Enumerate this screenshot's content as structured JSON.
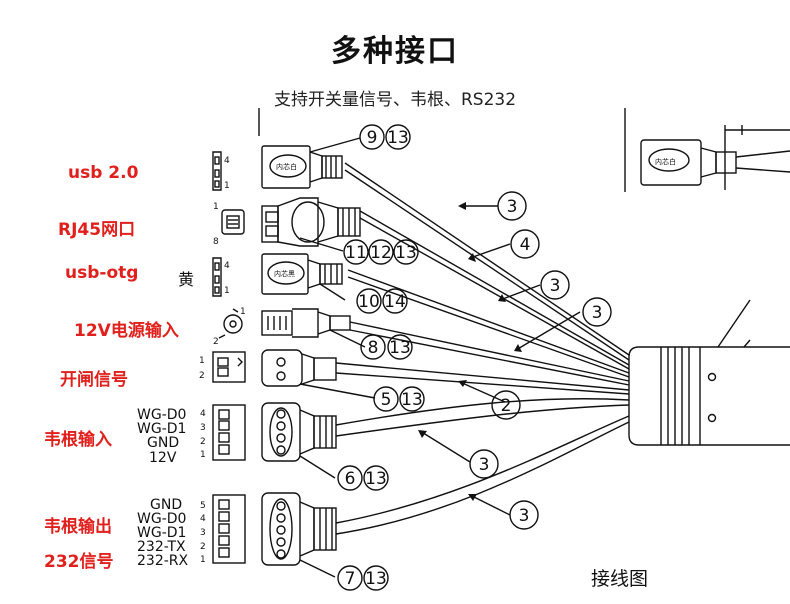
{
  "header": {
    "title": "多种接口",
    "subtitle": "支持开关量信号、韦根、RS232"
  },
  "left_labels": {
    "usb20": "usb 2.0",
    "rj45": "RJ45网口",
    "usbotg": "usb-otg",
    "power": "12V电源输入",
    "door": "开闸信号",
    "wg_in": "韦根输入",
    "wg_out": "韦根输出",
    "rs232": "232信号"
  },
  "stray_char": "黄",
  "connector_tag_1": "内芯白",
  "connector_tag_2": "内芯黑",
  "wg_in_pins": [
    "WG-D0",
    "WG-D1",
    "GND",
    "12V"
  ],
  "wg_out_pins": [
    "GND",
    "WG-D0",
    "WG-D1",
    "232-TX",
    "232-RX"
  ],
  "callouts": {
    "c_9_13": [
      "9",
      "13"
    ],
    "c_11_12_13": [
      "11",
      "12",
      "13"
    ],
    "c_10_14": [
      "10",
      "14"
    ],
    "c_8_13": [
      "8",
      "13"
    ],
    "c_5_13": [
      "5",
      "13"
    ],
    "c_6_13": [
      "6",
      "13"
    ],
    "c_7_13": [
      "7",
      "13"
    ],
    "c_3_a": [
      "3"
    ],
    "c_4": [
      "4"
    ],
    "c_3_b": [
      "3"
    ],
    "c_3_c": [
      "3"
    ],
    "c_2": [
      "2"
    ],
    "c_3_d": [
      "3"
    ],
    "c_3_e": [
      "3"
    ]
  },
  "footer_label": "接线图"
}
